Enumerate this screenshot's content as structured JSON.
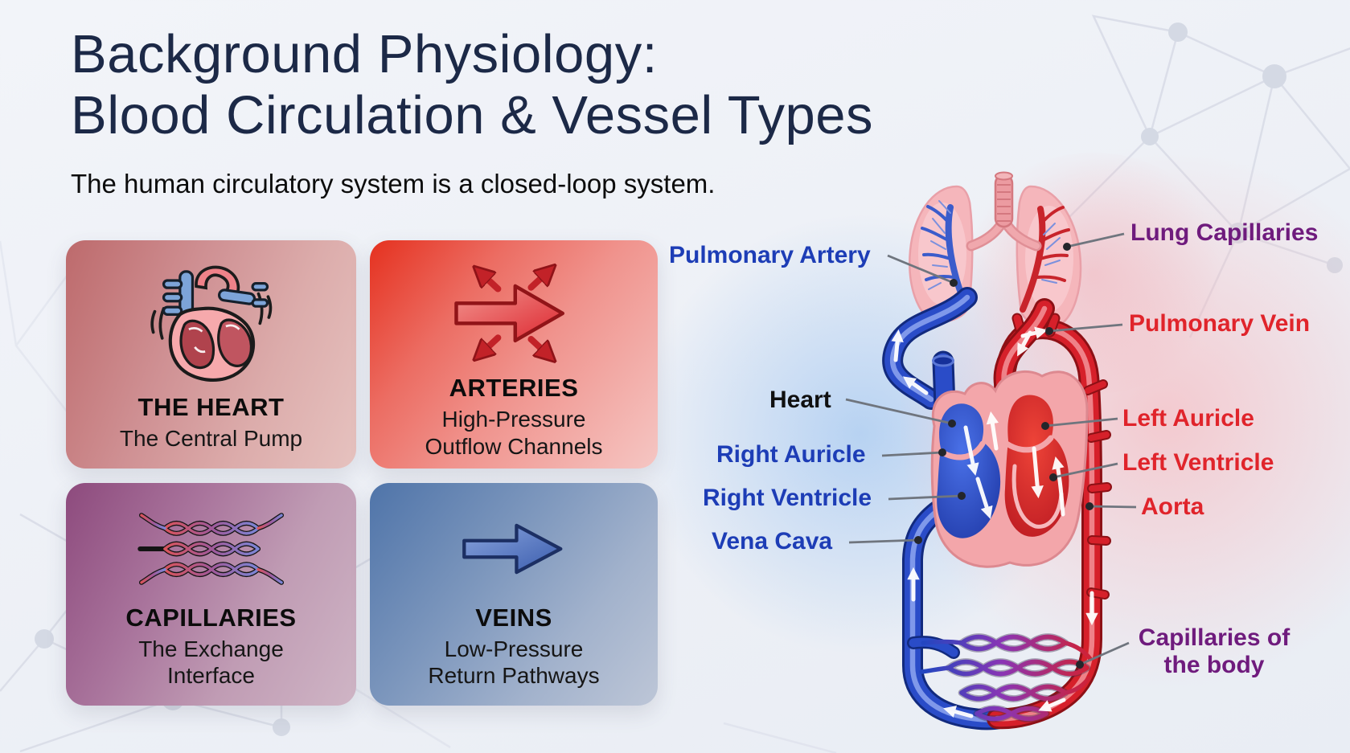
{
  "header": {
    "title_line1": "Background Physiology:",
    "title_line2": "Blood Circulation & Vessel Types",
    "subtitle": "The human circulatory system is a closed-loop system."
  },
  "cards": [
    {
      "title": "THE HEART",
      "subtitle": "The Central Pump",
      "icon": "anatomical-heart-icon",
      "gradient_start": "#bd6a6c",
      "gradient_end": "#e6c2bf"
    },
    {
      "title": "ARTERIES",
      "subtitle": "High-Pressure Outflow Channels",
      "icon": "radiating-arrows-icon",
      "gradient_start": "#e5311f",
      "gradient_end": "#f5c6c3"
    },
    {
      "title": "CAPILLARIES",
      "subtitle": "The Exchange Interface",
      "icon": "capillary-mesh-icon",
      "gradient_start": "#8d4a7d",
      "gradient_end": "#cfb5c5"
    },
    {
      "title": "VEINS",
      "subtitle": "Low-Pressure Return Pathways",
      "icon": "blue-arrow-icon",
      "gradient_start": "#4f74a9",
      "gradient_end": "#bdc6d7"
    }
  ],
  "diagram": {
    "labels": [
      {
        "text": "Pulmonary Artery",
        "color": "#1d3db6"
      },
      {
        "text": "Lung Capillaries",
        "color": "#6f1b7d"
      },
      {
        "text": "Pulmonary Vein",
        "color": "#e0242b"
      },
      {
        "text": "Heart",
        "color": "#101010"
      },
      {
        "text": "Right Auricle",
        "color": "#1d3db6"
      },
      {
        "text": "Right Ventricle",
        "color": "#1d3db6"
      },
      {
        "text": "Vena Cava",
        "color": "#1d3db6"
      },
      {
        "text": "Left Auricle",
        "color": "#e0242b"
      },
      {
        "text": "Left Ventricle",
        "color": "#e0242b"
      },
      {
        "text": "Aorta",
        "color": "#e0242b"
      },
      {
        "text": "Capillaries of the body",
        "color": "#6f1b7d"
      }
    ]
  },
  "colors": {
    "title_navy": "#1c2947",
    "artery_red": "#d6202a",
    "vein_blue": "#2a4cc8",
    "capillary_purple": "#8a35b4",
    "lung_pink": "#f5b6bb",
    "background": "#eef1f6",
    "pointer_gray": "#6f757e"
  }
}
